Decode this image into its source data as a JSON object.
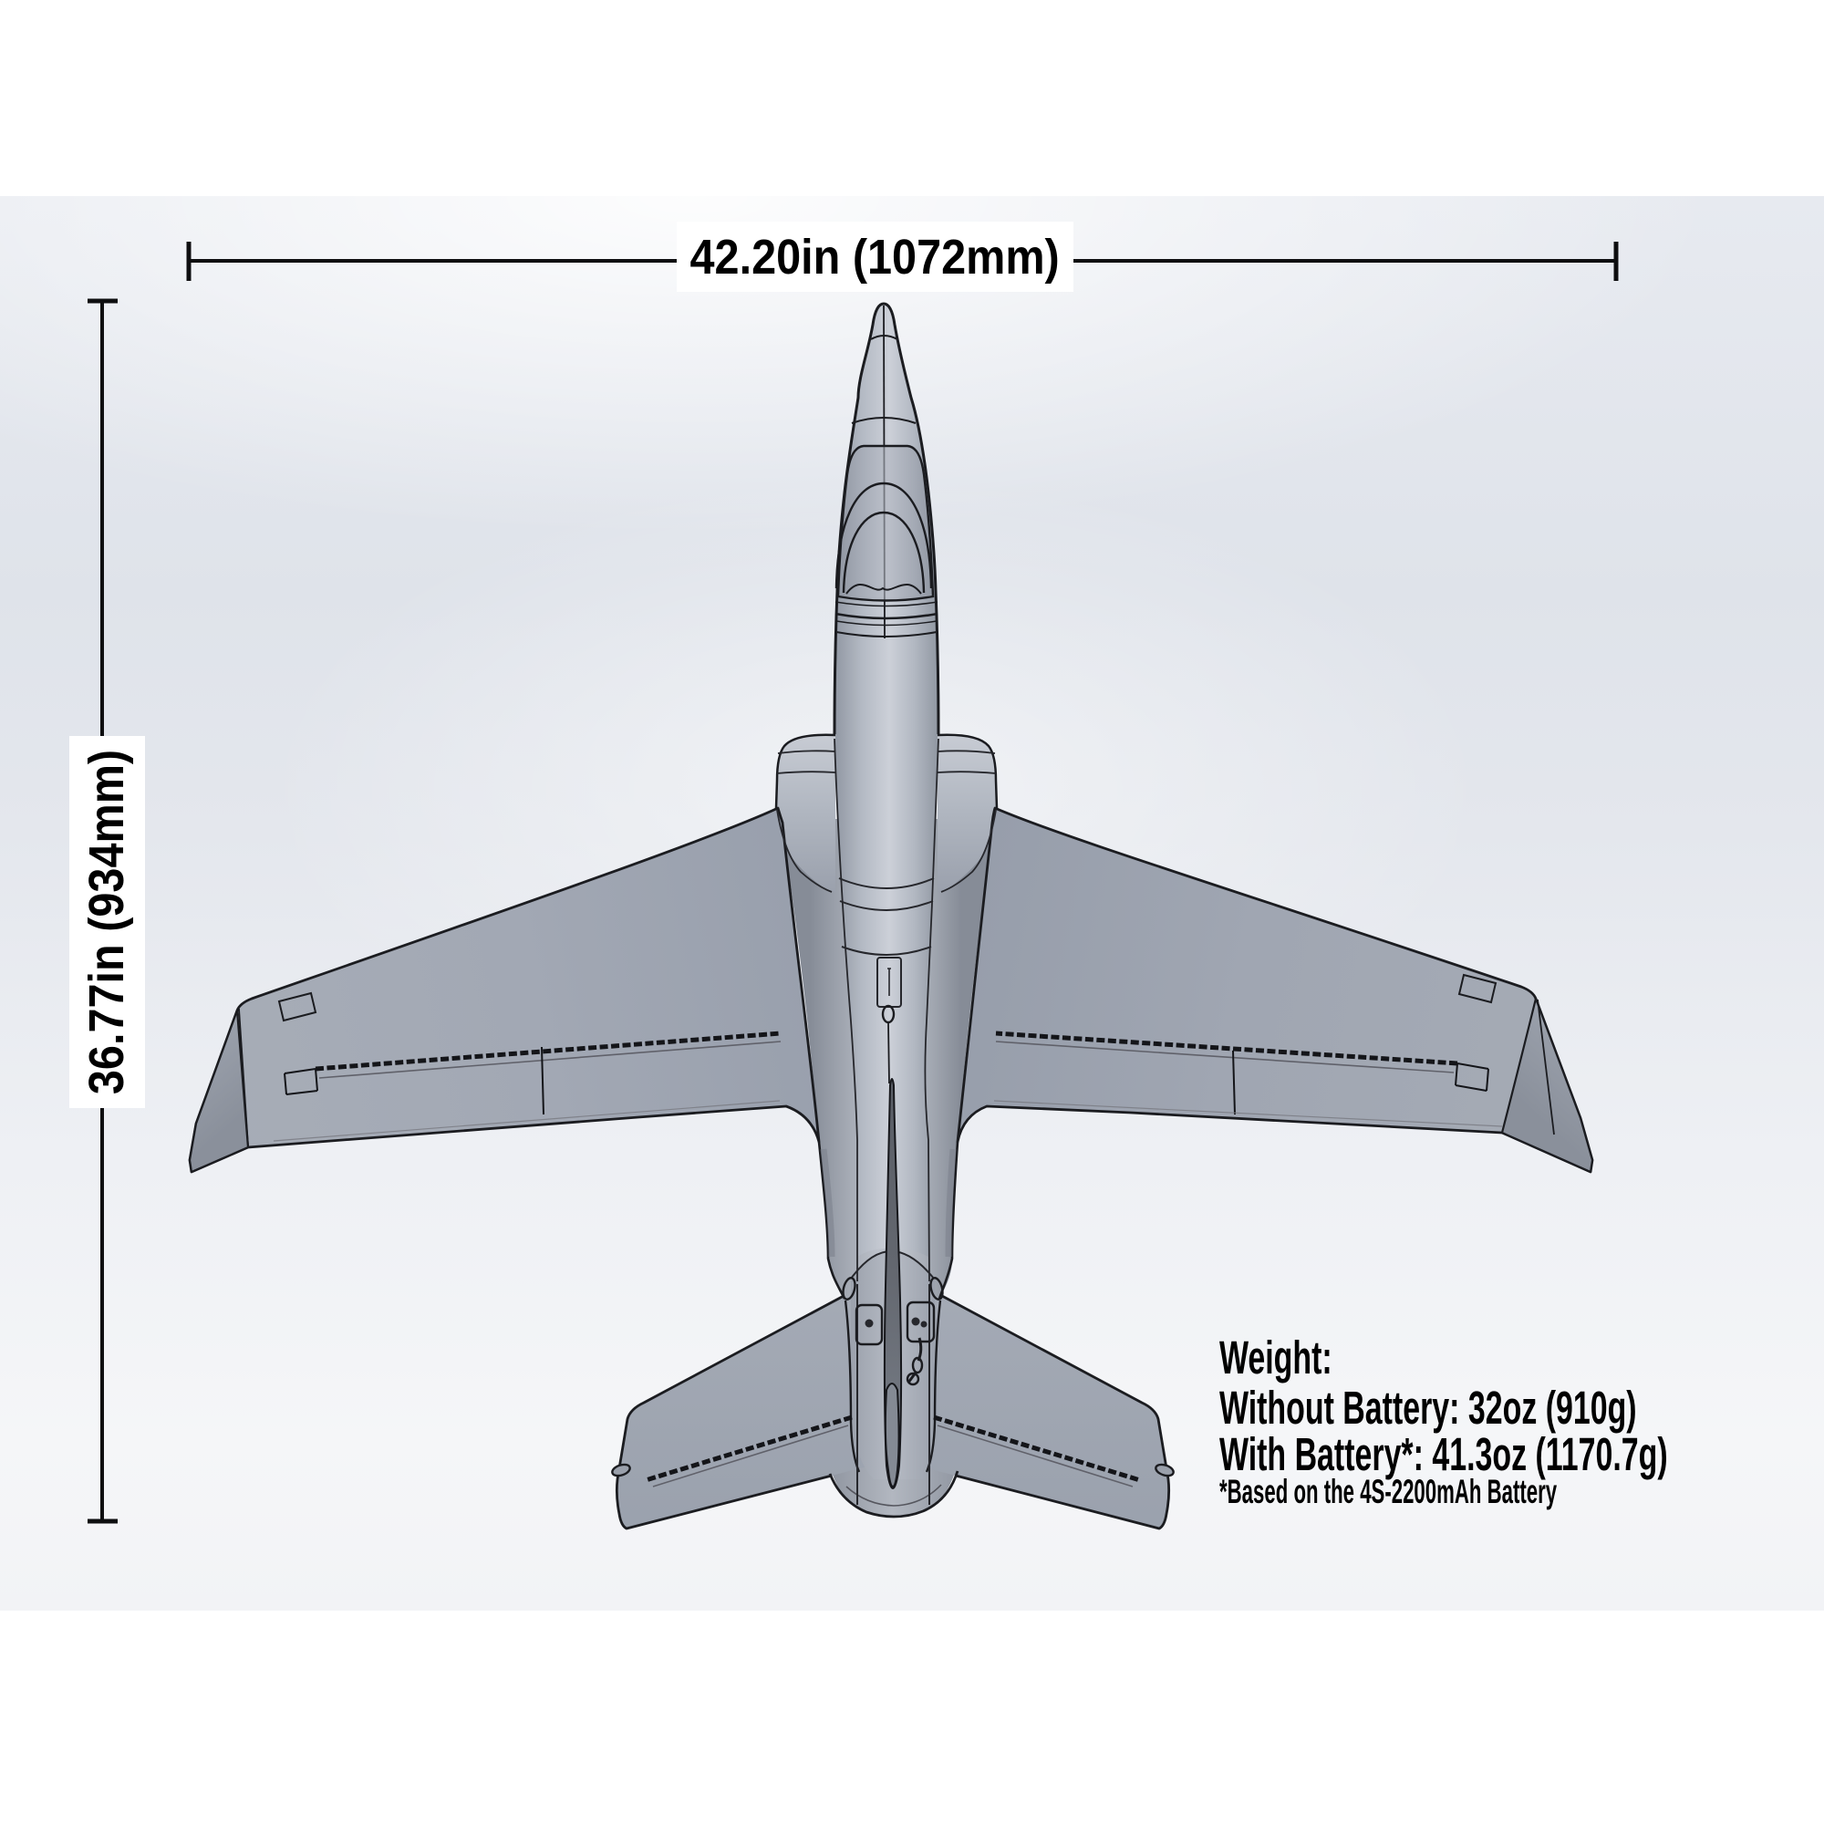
{
  "diagram": {
    "subject": "rc-jet-airplane-top-view-cad",
    "colors": {
      "background_edge": "#e0e3ea",
      "background_center": "#ffffff",
      "aircraft_gray": "#a8aeb9",
      "outline": "#1b1c20",
      "annotation": "#000000",
      "label_background": "#ffffff"
    },
    "dimensions": {
      "wingspan_label": "42.20in (1072mm)",
      "length_label": "36.77in (934mm)"
    },
    "weight": {
      "title": "Weight:",
      "without_battery": "Without Battery: 32oz (910g)",
      "with_battery": "With Battery*: 41.3oz (1170.7g)",
      "footnote": "*Based on the 4S-2200mAh Battery"
    }
  }
}
